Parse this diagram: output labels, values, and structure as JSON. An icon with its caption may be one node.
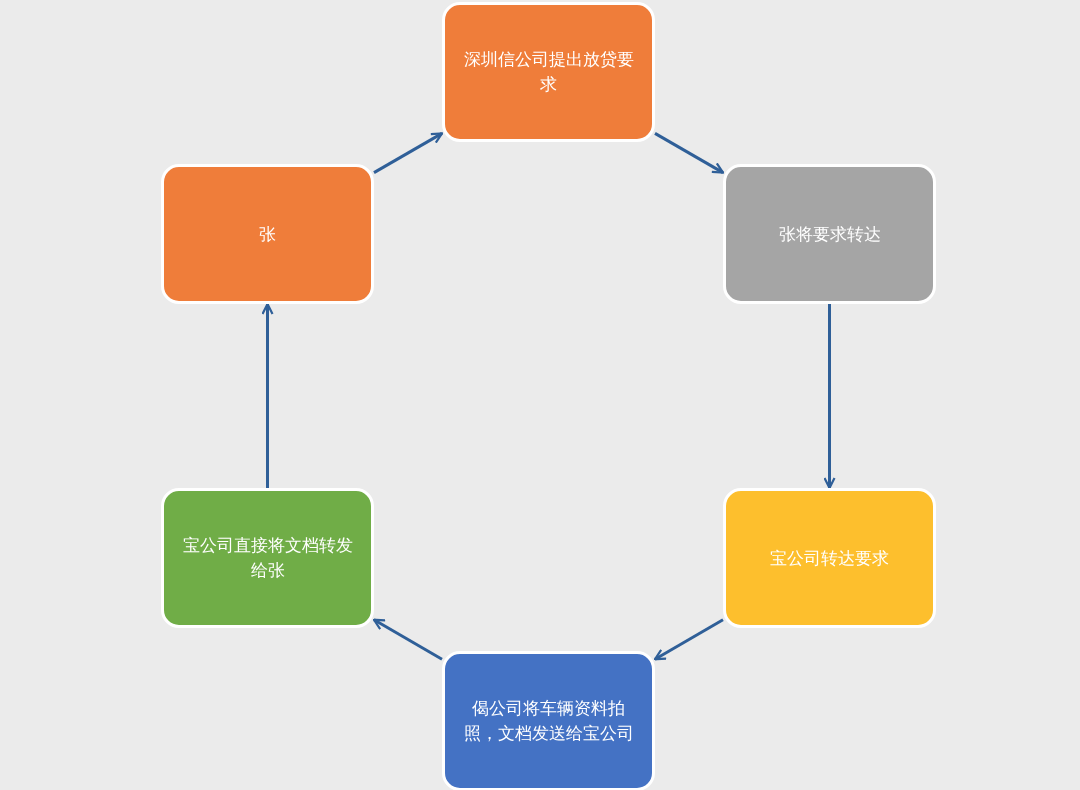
{
  "diagram": {
    "nodes": [
      {
        "text": [
          "深圳信公司提出放贷要求"
        ]
      },
      {
        "text": [
          "张"
        ]
      },
      {
        "text": [
          "张将要求转达"
        ]
      },
      {
        "text": [
          "宝公司直接将文档转发给张"
        ]
      },
      {
        "text": [
          "宝公司转达要求"
        ]
      },
      {
        "text": [
          "偈公司将车辆资料拍照，文档发送给宝公司"
        ]
      }
    ],
    "edges": [
      {
        "from": 1,
        "to": 0,
        "arrow": "to"
      },
      {
        "from": 0,
        "to": 2,
        "arrow": "to"
      },
      {
        "from": 2,
        "to": 4,
        "arrow": "to"
      },
      {
        "from": 4,
        "to": 5,
        "arrow": "to"
      },
      {
        "from": 5,
        "to": 3,
        "arrow": "to"
      },
      {
        "from": 3,
        "to": 1,
        "arrow": "to"
      }
    ]
  }
}
